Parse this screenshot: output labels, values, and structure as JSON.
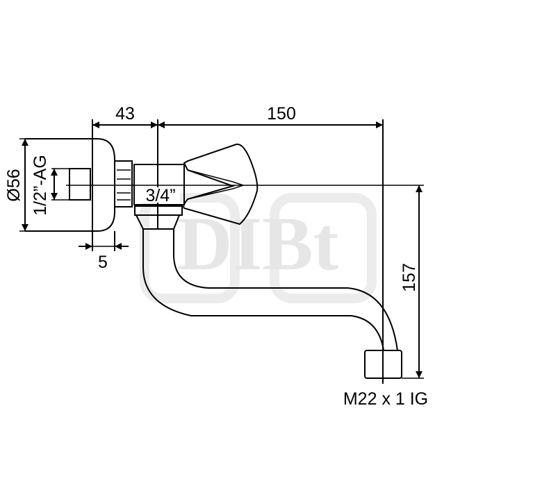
{
  "drawing": {
    "watermark": "DIBt",
    "dimensions": {
      "length_to_valve": "43",
      "spout_length": "150",
      "rosette_diameter": "Ø56",
      "inlet_thread": "1/2”-AG",
      "rosette_offset": "5",
      "valve_thread": "3/4”",
      "spout_height": "157",
      "outlet_thread": "M22 x 1 IG"
    },
    "colors": {
      "line": "#000000",
      "watermark": "#e6e6e6"
    }
  }
}
